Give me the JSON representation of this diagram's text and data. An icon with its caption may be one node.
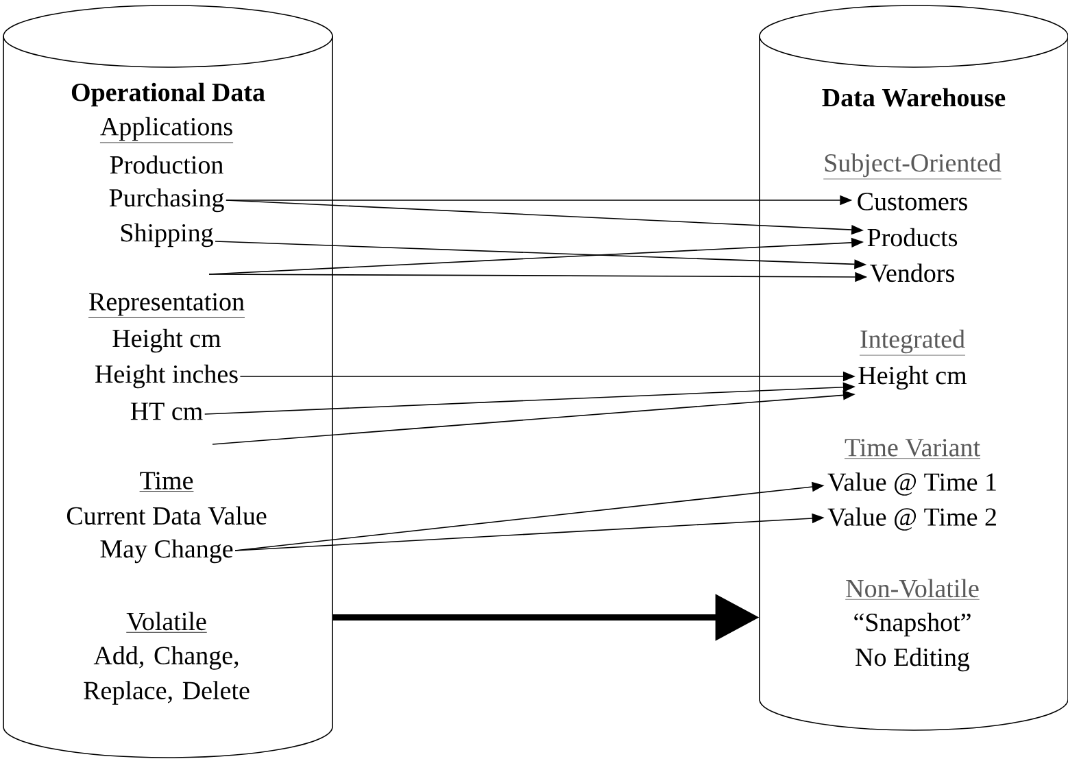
{
  "diagram": {
    "nodes": [
      {
        "text": [
          "Operational Data"
        ]
      },
      {
        "text": [
          "Applications"
        ],
        "in": 0
      },
      {
        "text": [
          "Production"
        ],
        "in": 0
      },
      {
        "text": [
          "Purchasing"
        ],
        "in": 0
      },
      {
        "text": [
          "Shipping"
        ],
        "in": 0
      },
      {
        "text": [
          "Representation"
        ],
        "in": 0
      },
      {
        "text": [
          "Height cm"
        ],
        "in": 0
      },
      {
        "text": [
          "Height inches"
        ],
        "in": 0
      },
      {
        "text": [
          "HT cm"
        ],
        "in": 0
      },
      {
        "text": [
          "Time"
        ],
        "in": 0
      },
      {
        "text": [
          "Current Data Value"
        ],
        "in": 0
      },
      {
        "text": [
          "May Change"
        ],
        "in": 0
      },
      {
        "text": [
          "Volatile"
        ],
        "in": 0
      },
      {
        "text": [
          "Add, Change, Replace, Delete"
        ],
        "in": 0
      },
      {
        "text": [
          "Data Warehouse"
        ]
      },
      {
        "text": [
          "Subject-Oriented"
        ],
        "in": 14
      },
      {
        "text": [
          "Customers"
        ],
        "in": 14
      },
      {
        "text": [
          "Products"
        ],
        "in": 14
      },
      {
        "text": [
          "Vendors"
        ],
        "in": 14
      },
      {
        "text": [
          "Integrated"
        ],
        "in": 14
      },
      {
        "text": [
          "Height cm"
        ],
        "in": 14
      },
      {
        "text": [
          "Time Variant"
        ],
        "in": 14
      },
      {
        "text": [
          "Value @ Time 1"
        ],
        "in": 14
      },
      {
        "text": [
          "Value @ Time 2"
        ],
        "in": 14
      },
      {
        "text": [
          "Non-Volatile"
        ],
        "in": 14
      },
      {
        "text": [
          "“Snapshot”"
        ],
        "in": 14
      },
      {
        "text": [
          "No Editing"
        ],
        "in": 14
      }
    ],
    "edges": [
      {
        "from": 3,
        "to": 16,
        "arrow": "to"
      },
      {
        "from": 3,
        "to": 17,
        "arrow": "to"
      },
      {
        "from": 4,
        "to": 18,
        "arrow": "to"
      },
      {
        "from": null,
        "to": 17,
        "arrow": "to"
      },
      {
        "from": null,
        "to": 18,
        "arrow": "to"
      },
      {
        "from": 7,
        "to": 20,
        "arrow": "to"
      },
      {
        "from": 8,
        "to": 20,
        "arrow": "to"
      },
      {
        "from": null,
        "to": 20,
        "arrow": "to"
      },
      {
        "from": 11,
        "to": 22,
        "arrow": "to"
      },
      {
        "from": 11,
        "to": 23,
        "arrow": "to"
      },
      {
        "from": 0,
        "to": 14,
        "arrow": "to",
        "style": "thick"
      }
    ]
  }
}
